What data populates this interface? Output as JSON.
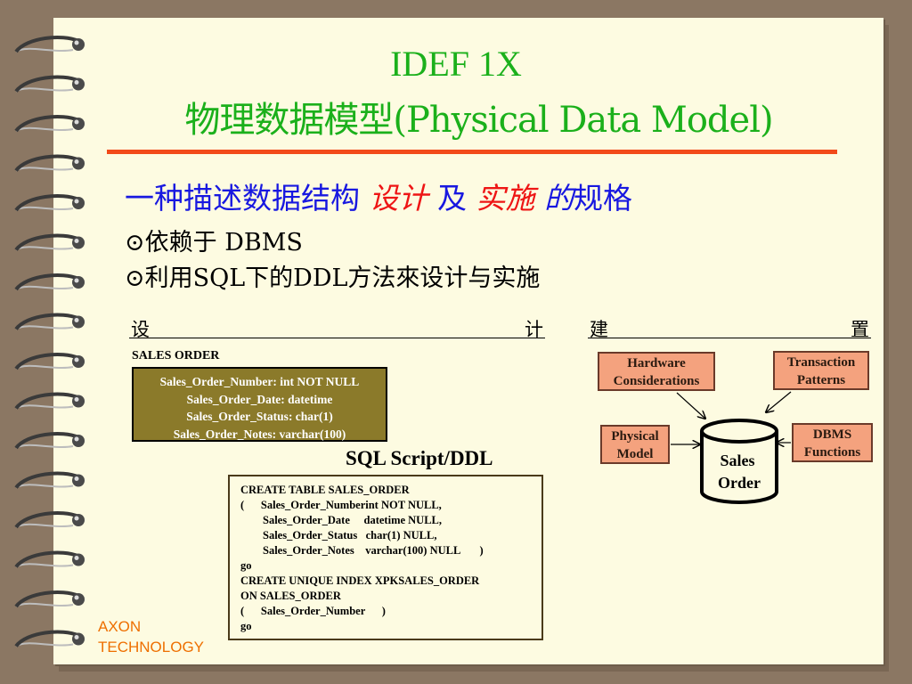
{
  "title": {
    "line1": "IDEF 1X",
    "line2": "物理数据模型(Physical Data Model)"
  },
  "subtitle": {
    "part1": "一种描述数据结构 ",
    "design": "设计",
    "and": " 及 ",
    "implement": "实施",
    "of": " 的",
    "spec": "规格"
  },
  "bullets": [
    "⊙依赖于 DBMS",
    "⊙利用SQL下的DDL方法來设计与实施"
  ],
  "sections": {
    "design_left": "设",
    "design_right": "计",
    "build_left": "建",
    "build_right": "置"
  },
  "entity": {
    "name": "SALES ORDER",
    "attributes": [
      "Sales_Order_Number: int NOT NULL",
      "Sales_Order_Date: datetime",
      "Sales_Order_Status: char(1)",
      "Sales_Order_Notes: varchar(100)"
    ]
  },
  "ddl": {
    "label": "SQL Script/DDL",
    "lines": [
      "CREATE TABLE SALES_ORDER",
      "(      Sales_Order_Numberint NOT NULL,",
      "        Sales_Order_Date     datetime NULL,",
      "        Sales_Order_Status   char(1) NULL,",
      "        Sales_Order_Notes    varchar(100) NULL       )",
      "go",
      "CREATE UNIQUE INDEX XPKSALES_ORDER",
      "ON SALES_ORDER",
      "(      Sales_Order_Number      )",
      "go"
    ]
  },
  "diagram": {
    "hardware": [
      "Hardware",
      "Considerations"
    ],
    "transaction": [
      "Transaction",
      "Patterns"
    ],
    "physical": [
      "Physical",
      "Model"
    ],
    "dbms": [
      "DBMS",
      "Functions"
    ],
    "center": [
      "Sales",
      "Order"
    ]
  },
  "footer": {
    "line1": "AXON",
    "line2": "TECHNOLOGY"
  },
  "colors": {
    "background": "#8b7763",
    "page": "#fdfbe1",
    "title": "#1bb01b",
    "accent_rule": "#f24a19",
    "subtitle": "#1818e0",
    "emphasis": "#ee1515",
    "entity_fill": "#8b7a2a",
    "box_fill": "#f4a27e",
    "footer": "#ee6f00"
  }
}
